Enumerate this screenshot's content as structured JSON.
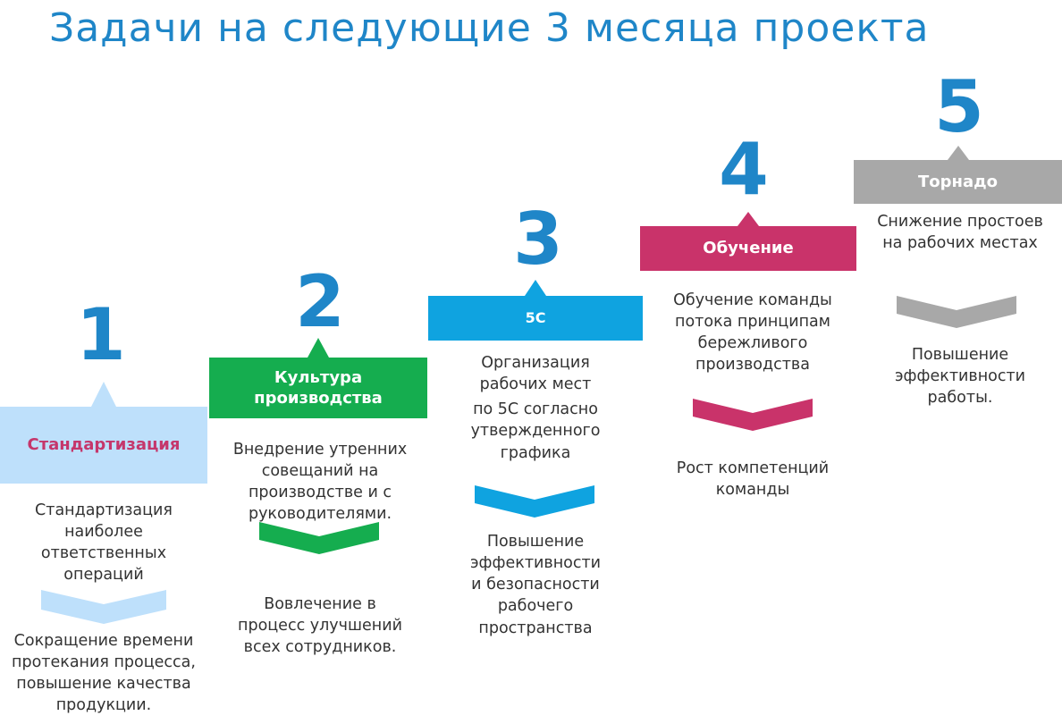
{
  "title": "Задачи на следующие 3 месяца проекта",
  "colors": {
    "title": "#1f86c8",
    "number": "#1f86c8",
    "step1": "#bee0fb",
    "step1_text": "#c5366b",
    "step2": "#15ad4f",
    "step3": "#0fa3e0",
    "step4": "#c9336a",
    "step5": "#a8a8a8"
  },
  "steps": [
    {
      "number": "1",
      "label": "Стандартизация",
      "description": [
        "Стандартизация",
        "наиболее",
        "ответственных",
        "операций"
      ],
      "result": [
        "Сокращение времени",
        "протекания процесса,",
        "повышение качества",
        "продукции."
      ]
    },
    {
      "number": "2",
      "label": [
        "Культура",
        "производства"
      ],
      "description": [
        "Внедрение утренних",
        "совещаний на",
        "производстве и с",
        "руководителями."
      ],
      "result": [
        "Вовлечение в",
        "процесс улучшений",
        "всех сотрудников."
      ]
    },
    {
      "number": "3",
      "label": "5С",
      "description": [
        "Организация",
        "рабочих мест",
        "по 5С согласно",
        "утвержденного",
        "графика"
      ],
      "result": [
        "Повышение",
        "эффективности",
        "и безопасности",
        "рабочего",
        "пространства"
      ]
    },
    {
      "number": "4",
      "label": "Обучение",
      "description": [
        "Обучение команды",
        "потока принципам",
        "бережливого",
        "производства"
      ],
      "result": [
        "Рост компетенций",
        "команды"
      ]
    },
    {
      "number": "5",
      "label": "Торнадо",
      "description": [
        "Снижение простоев",
        "на рабочих местах"
      ],
      "result": [
        "Повышение",
        "эффективности",
        "работы."
      ]
    }
  ]
}
